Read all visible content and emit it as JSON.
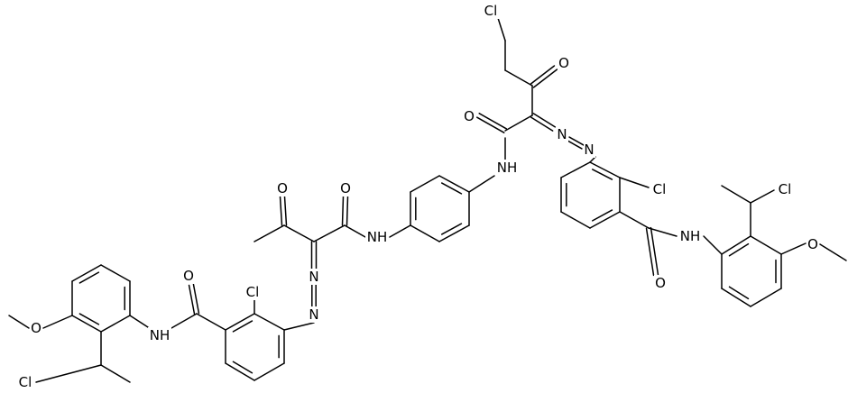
{
  "structure": {
    "atom_labels": {
      "cl_top": "Cl",
      "o_ketone_top": "O",
      "o_amide_center": "O",
      "nh_center_right": "NH",
      "n_azo_right_1": "N",
      "n_azo_right_2": "N",
      "cl_right_ring": "Cl",
      "cl_right_ethyl": "Cl",
      "nh_right_amide": "NH",
      "o_methoxy_right": "O",
      "o_right_amide": "O",
      "o_acetyl": "O",
      "o_amide_left": "O",
      "nh_center_left": "NH",
      "n_azo_left_1": "N",
      "n_azo_left_2": "N",
      "cl_left_ring": "Cl",
      "o_left_amide": "O",
      "nh_left_amide": "NH",
      "o_methoxy_left": "O",
      "cl_left_ethyl": "Cl"
    }
  },
  "colors": {
    "bond": "#000000",
    "label": "#000000",
    "background": "#ffffff"
  }
}
